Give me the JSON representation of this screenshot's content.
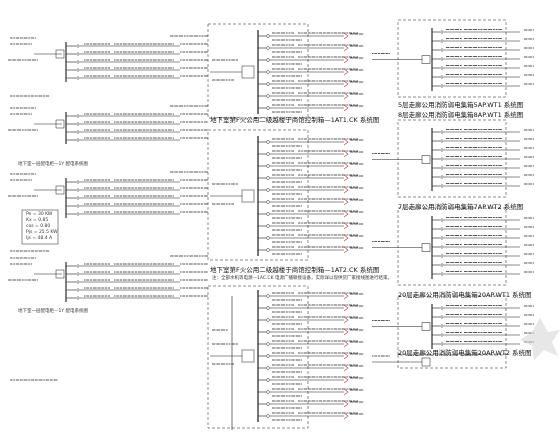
{
  "drawing": {
    "panel_1AT1": "地下室第F火公用二级越楼于商馆控制箱—1AT1.CK 系统图",
    "panel_1AT2": "地下室第F火公用二级越楼于商馆控制箱—1AT2.CK 系统图",
    "panel_1AC_note": "注：全部水机等电源—1AC.CK 电源广播联接设备，实际详以现供货厂家接线图进行结束。",
    "panel_5AP_WT1": "5层走廊公用消防弱电集箱5AP.WT1 系统图",
    "panel_8AP_WT1": "8层走廊公用消防弱电集箱8AP.WT1 系统图",
    "panel_7AP_WT2": "7层走廊公用消防弱电集箱7AP.WT2 系统图",
    "panel_20AP_WT1": "20层走廊公用消防弱电集箱20AP.WT1 系统图",
    "panel_20AP_WT2": "20层走廊公用消防弱电集箱20AP.WT2 系统图",
    "left_caption_1": "地下室一层配电柜—1Y 配电系统图",
    "left_caption_2": "地下室一层配电柜—1Y 配电系统图",
    "params": [
      "Pe = 30 KW",
      "Kx = 0.85",
      "cos = 0.80",
      "Pjs = 25.5 KW",
      "Ijs = 48.4 A"
    ]
  },
  "colors": {
    "line": "#1a1a1a",
    "accent_red": "#c23a3a",
    "watermark": "#cfcfcf"
  }
}
